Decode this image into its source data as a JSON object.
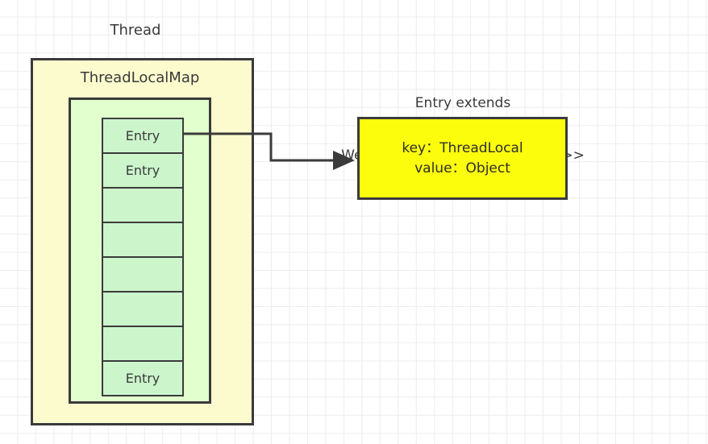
{
  "diagram": {
    "title_thread": "Thread",
    "title_threadlocalmap": "ThreadLocalMap",
    "entry_extends_line1": "Entry extends",
    "entry_extends_line2": "WeakReference<ThreadLocal<?>>",
    "object_box": {
      "key_line": "key：ThreadLocal",
      "value_line": "value：Object"
    },
    "entry_cells": [
      {
        "label": "Entry"
      },
      {
        "label": "Entry"
      },
      {
        "label": ""
      },
      {
        "label": ""
      },
      {
        "label": ""
      },
      {
        "label": ""
      },
      {
        "label": ""
      },
      {
        "label": "Entry"
      }
    ],
    "colors": {
      "thread_fill": "#FBFBCE",
      "map_fill": "#E2FFCE",
      "entry_fill": "#CCF5CC",
      "object_fill": "#FCFC0D",
      "stroke": "#3b3b3b",
      "grid": "#ededed",
      "background": "#ffffff"
    }
  }
}
